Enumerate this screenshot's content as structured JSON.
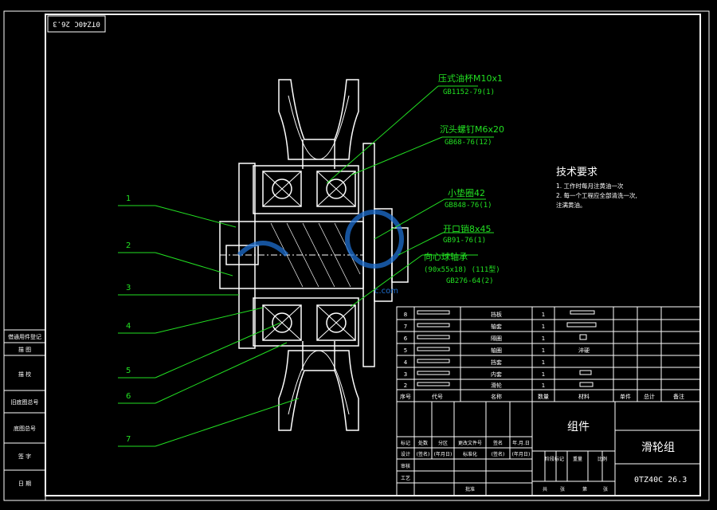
{
  "drawing_code_stamp": "0TZ40C 26.3",
  "drawing_code": "0TZ40C 26.3",
  "tech": {
    "title": "技术要求",
    "lines": [
      "1. 工作时每月注黄油一次",
      "2. 每一个工程应全部清洗一次,",
      "注满黄油。"
    ]
  },
  "callouts": [
    {
      "name": "压式油杯M10x1",
      "std": "GB1152-79(1)"
    },
    {
      "name": "沉头螺钉M6x20",
      "std": "GB68-76(12)"
    },
    {
      "name": "小垫圈42",
      "std": "GB848-76(1)"
    },
    {
      "name": "开口销8x45",
      "std": "GB91-76(1)"
    },
    {
      "name": "向心球轴承",
      "std": "(90x55x18)  (111型)",
      "std2": "GB276-64(2)"
    }
  ],
  "item_numbers": [
    "1",
    "2",
    "3",
    "4",
    "5",
    "6",
    "7"
  ],
  "left_panel": [
    "借通用件登记",
    "描  图",
    "描  校",
    "旧底图总号",
    "底图总号",
    "签  字",
    "日  期"
  ],
  "bom_rows": [
    {
      "no": "8",
      "name": "挡板",
      "qty": "1"
    },
    {
      "no": "7",
      "name": "轴套",
      "qty": "1"
    },
    {
      "no": "6",
      "name": "隔圈",
      "qty": "1"
    },
    {
      "no": "5",
      "name": "轴圈",
      "qty": "1",
      "note": "淬硬"
    },
    {
      "no": "4",
      "name": "挡套",
      "qty": "1"
    },
    {
      "no": "3",
      "name": "内套",
      "qty": "1"
    },
    {
      "no": "2",
      "name": "滑轮",
      "qty": "1"
    }
  ],
  "bom_header": [
    "序号",
    "代号",
    "名称",
    "数量",
    "材料",
    "单件",
    "总计",
    "备注"
  ],
  "title_block": {
    "assembly": "组件",
    "part_name": "滑轮组",
    "rev_header": [
      "标记",
      "处数",
      "分区",
      "更改文件号",
      "签名",
      "年.月.日"
    ],
    "rev_row": [
      "(签名)",
      "(年月日)",
      "标准化",
      "(签名)",
      "(年月日)"
    ],
    "roles": [
      "设计",
      "审核",
      "工艺",
      "批准"
    ],
    "stage_labels": [
      "阶段标记",
      "重量",
      "比例"
    ],
    "footer": [
      "共",
      "张",
      "第",
      "张"
    ]
  },
  "watermark": "c.com"
}
